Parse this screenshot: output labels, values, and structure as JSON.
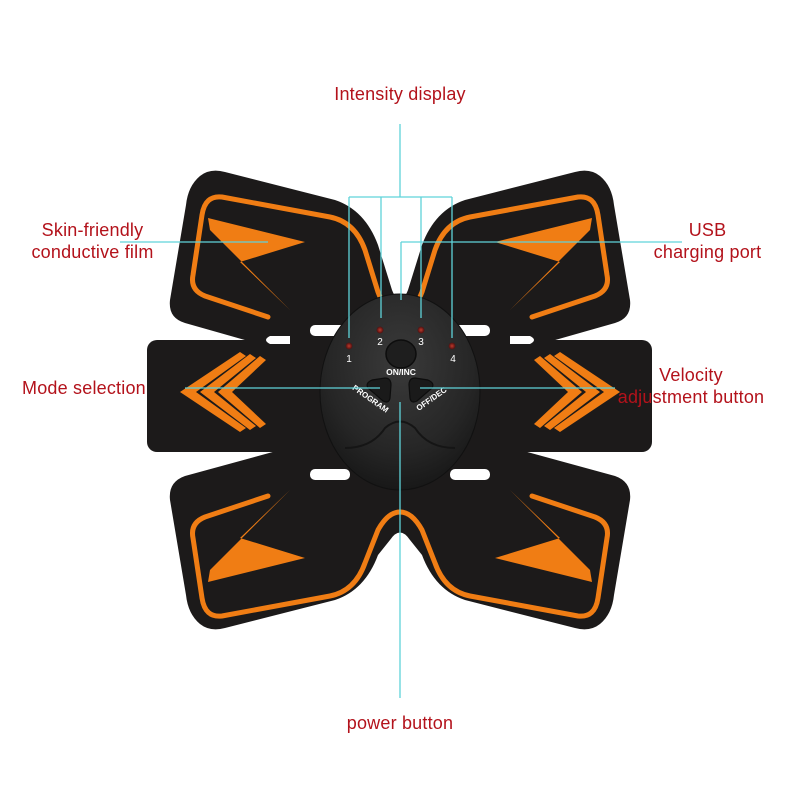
{
  "figure": {
    "subject": "EMS abdominal muscle stimulator pad",
    "colors": {
      "pad": "#1c1a1a",
      "accent_orange": "#f07d14",
      "label_text": "#b3121b",
      "leader_line": "#5fd3d9",
      "controller": "#2a2a2a",
      "led": "#7a1f1f",
      "button_text": "#ffffff"
    }
  },
  "labels": {
    "intensity_display": "Intensity display",
    "skin_film_line1": "Skin-friendly",
    "skin_film_line2": "conductive film",
    "usb_line1": "USB",
    "usb_line2": "charging port",
    "mode_selection": "Mode selection",
    "velocity_line1": "Velocity",
    "velocity_line2": "adjustment button",
    "power_button": "power button"
  },
  "controller": {
    "leds": [
      "1",
      "2",
      "3",
      "4"
    ],
    "buttons": {
      "on_inc": "ON/INC",
      "program": "PROGRAM",
      "off_dec": "OFF/DEC"
    }
  }
}
